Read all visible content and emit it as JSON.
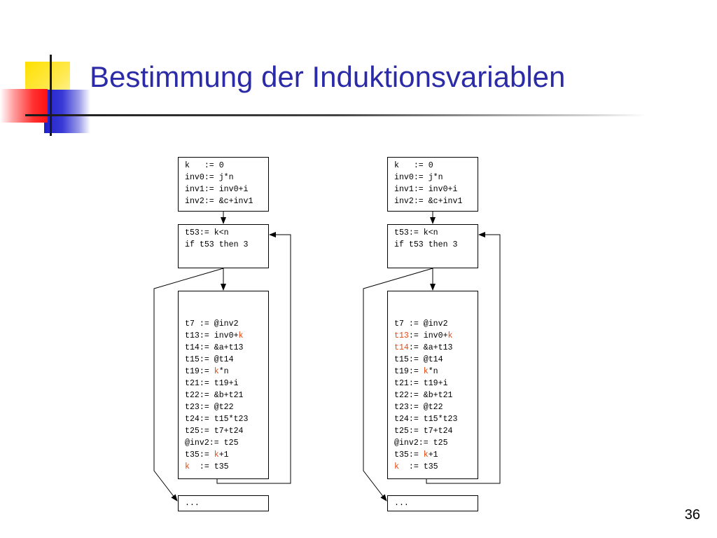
{
  "slide": {
    "title": "Bestimmung der Induktionsvariablen",
    "page_number": "36",
    "highlight_color": "#e64810",
    "title_color": "#2b2ba8"
  },
  "diagrams": [
    {
      "init_block": [
        "k   := 0",
        "inv0:= j*n",
        "inv1:= inv0+i",
        "inv2:= &c+inv1"
      ],
      "cond_block": [
        "t53:= k<n",
        "if t53 then 3"
      ],
      "body_block": [
        [
          {
            "t": "t7 := @inv2"
          }
        ],
        [
          {
            "t": "t13:= inv0+"
          },
          {
            "t": "k",
            "hl": true
          }
        ],
        [
          {
            "t": "t14:= &a+t13"
          }
        ],
        [
          {
            "t": "t15:= @t14"
          }
        ],
        [
          {
            "t": "t19:= "
          },
          {
            "t": "k",
            "hl": true
          },
          {
            "t": "*n"
          }
        ],
        [
          {
            "t": "t21:= t19+i"
          }
        ],
        [
          {
            "t": "t22:= &b+t21"
          }
        ],
        [
          {
            "t": "t23:= @t22"
          }
        ],
        [
          {
            "t": "t24:= t15*t23"
          }
        ],
        [
          {
            "t": "t25:= t7+t24"
          }
        ],
        [
          {
            "t": "@inv2:= t25"
          }
        ],
        [
          {
            "t": "t35:= "
          },
          {
            "t": "k",
            "hl": true
          },
          {
            "t": "+1"
          }
        ],
        [
          {
            "t": "k",
            "hl": true
          },
          {
            "t": "  := t35"
          }
        ]
      ],
      "exit_block": [
        "..."
      ]
    },
    {
      "init_block": [
        "k   := 0",
        "inv0:= j*n",
        "inv1:= inv0+i",
        "inv2:= &c+inv1"
      ],
      "cond_block": [
        "t53:= k<n",
        "if t53 then 3"
      ],
      "body_block": [
        [
          {
            "t": "t7 := @inv2"
          }
        ],
        [
          {
            "t": "t13",
            "hl": true
          },
          {
            "t": ":= inv0+"
          },
          {
            "t": "k",
            "hl": true
          }
        ],
        [
          {
            "t": "t14",
            "hl": true
          },
          {
            "t": ":= &a+t13"
          }
        ],
        [
          {
            "t": "t15:= @t14"
          }
        ],
        [
          {
            "t": "t19:= "
          },
          {
            "t": "k",
            "hl": true
          },
          {
            "t": "*n"
          }
        ],
        [
          {
            "t": "t21:= t19+i"
          }
        ],
        [
          {
            "t": "t22:= &b+t21"
          }
        ],
        [
          {
            "t": "t23:= @t22"
          }
        ],
        [
          {
            "t": "t24:= t15*t23"
          }
        ],
        [
          {
            "t": "t25:= t7+t24"
          }
        ],
        [
          {
            "t": "@inv2:= t25"
          }
        ],
        [
          {
            "t": "t35:= "
          },
          {
            "t": "k",
            "hl": true
          },
          {
            "t": "+1"
          }
        ],
        [
          {
            "t": "k",
            "hl": true
          },
          {
            "t": "  := t35"
          }
        ]
      ],
      "exit_block": [
        "..."
      ]
    }
  ]
}
